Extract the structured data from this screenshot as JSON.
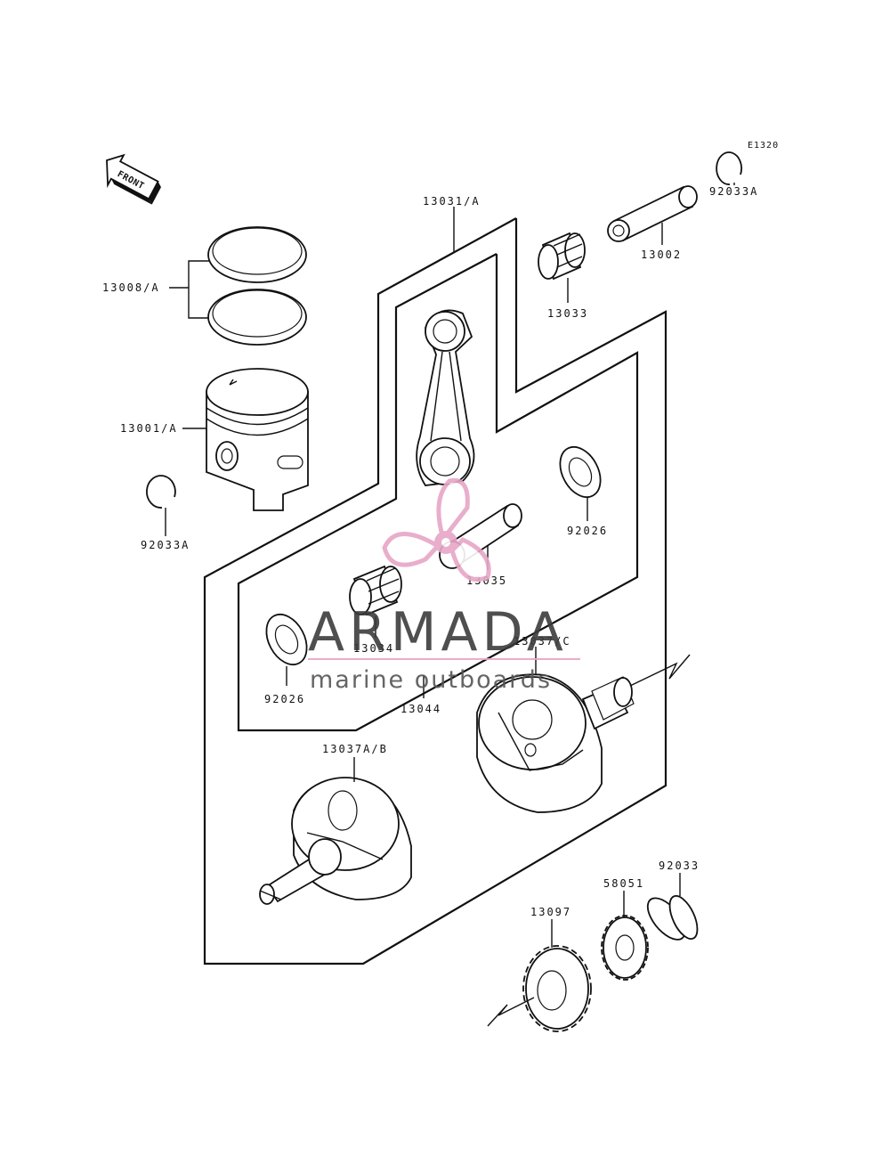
{
  "diagram": {
    "figure_code": "E1320",
    "front_label": "FRONT",
    "callouts": {
      "piston_rings": "13008/A",
      "piston": "13001/A",
      "circlip_left": "92033A",
      "circlip_top": "92033A",
      "connecting_rod": "13031/A",
      "needle_bearing_top": "13033",
      "piston_pin": "13002",
      "crankpin": "13035",
      "washer_right": "92026",
      "needle_bearing_lower": "13034",
      "washer_left": "92026",
      "crankshaft_assy": "13044",
      "crank_half_right": "13037/C",
      "crank_half_left": "13037A/B",
      "circlip_gear": "92033",
      "gear_small": "58051",
      "gear_large": "13097"
    }
  },
  "watermark": {
    "brand": "ARMADA",
    "tagline": "marine outboards",
    "colors": {
      "accent": "#e7a6c6",
      "text": "#3c3c3c"
    }
  }
}
